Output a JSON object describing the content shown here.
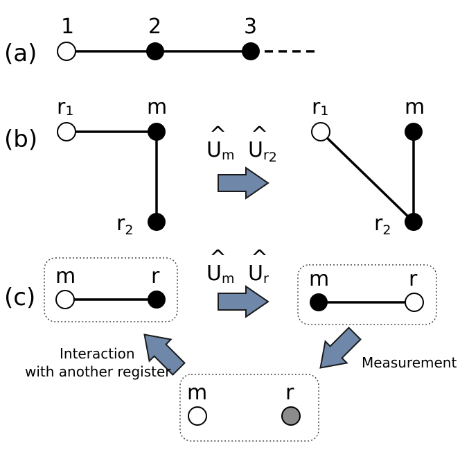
{
  "colors": {
    "filled_node": "#000000",
    "empty_node": "#ffffff",
    "measured_node": "#8c8c8c",
    "arrow_fill": "#6f87a8",
    "arrow_stroke": "#1a1a1a",
    "box_border": "#444444"
  },
  "panel_a": {
    "tag": "(a)",
    "labels": [
      "1",
      "2",
      "3"
    ]
  },
  "panel_b": {
    "tag": "(b)",
    "before": {
      "r1": "r",
      "r1_sub": "1",
      "m": "m",
      "r2": "r",
      "r2_sub": "2"
    },
    "after": {
      "r1": "r",
      "r1_sub": "1",
      "m": "m",
      "r2": "r",
      "r2_sub": "2"
    },
    "operator": {
      "u1": "U",
      "u1_sub": "m",
      "u2": "U",
      "u2_sub": "r",
      "u2_subsub": "2",
      "hat": "^"
    }
  },
  "panel_c": {
    "tag": "(c)",
    "left_box": {
      "m": "m",
      "r": "r"
    },
    "right_box": {
      "m": "m",
      "r": "r"
    },
    "bottom_box": {
      "m": "m",
      "r": "r"
    },
    "operator": {
      "u1": "U",
      "u1_sub": "m",
      "u2": "U",
      "u2_sub": "r",
      "hat": "^"
    },
    "caption_interaction_line1": "Interaction",
    "caption_interaction_line2": "with another register",
    "caption_measurement": "Measurement"
  }
}
